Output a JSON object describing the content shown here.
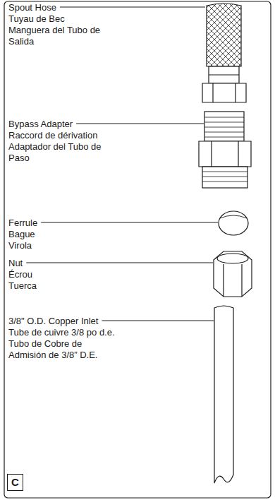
{
  "diagram": {
    "nodes": [
      {
        "text": [
          "C"
        ]
      }
    ],
    "labels": [
      "Spout Hose",
      "Tuyau de Bec",
      "Manguera del Tubo de Salida",
      "Bypass Adapter",
      "Raccord de dérivation",
      "Adaptador del Tubo de Paso",
      "Ferrule",
      "Bague",
      "Virola",
      "Nut",
      "Écrou",
      "Tuerca",
      "3/8\" O.D. Copper Inlet",
      "Tube de cuivre 3/8 po d.e.",
      "Tubo de Cobre de Admisión de 3/8” D.E."
    ]
  }
}
